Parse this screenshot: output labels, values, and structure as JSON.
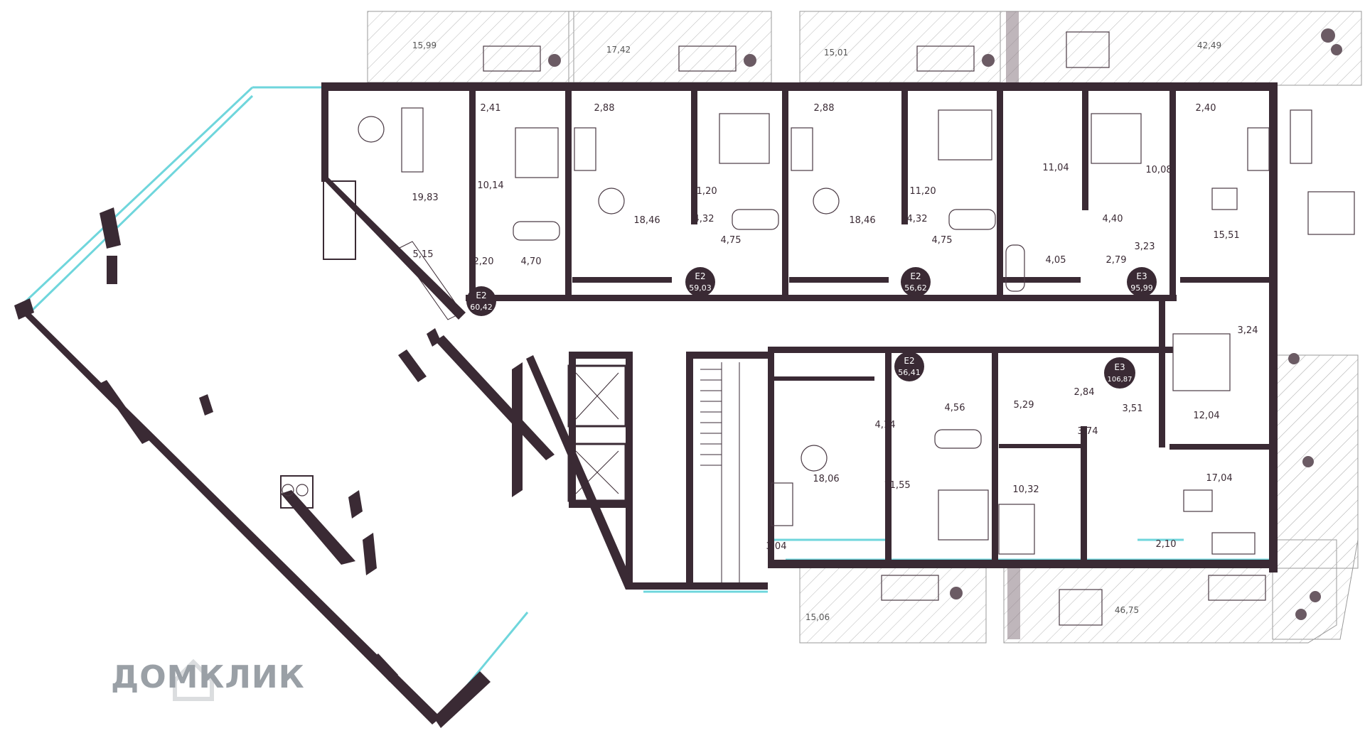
{
  "rooms": [
    "19,83",
    "10,14",
    "5,15",
    "2,20",
    "4,70",
    "18,46",
    "11,20",
    "4,32",
    "4,75",
    "18,46",
    "11,20",
    "4,32",
    "4,75",
    "11,04",
    "4,05",
    "2,79",
    "4,40",
    "10,08",
    "3,23",
    "15,51",
    "3,24",
    "18,06",
    "4,14",
    "4,56",
    "5,29",
    "2,84",
    "3,51",
    "3,74",
    "12,04",
    "11,55",
    "10,32",
    "17,04",
    "2,10",
    "3,04"
  ],
  "balconies": [
    "2,41",
    "2,88",
    "2,88",
    "2,40"
  ],
  "terraces": [
    "15,99",
    "17,42",
    "15,01",
    "42,49",
    "15,06",
    "46,75"
  ],
  "apartments": [
    {
      "type": "E2",
      "area": "60,42"
    },
    {
      "type": "E2",
      "area": "59,03"
    },
    {
      "type": "E2",
      "area": "56,62"
    },
    {
      "type": "E3",
      "area": "95,99"
    },
    {
      "type": "E2",
      "area": "56,41"
    },
    {
      "type": "E3",
      "area": "106,87"
    }
  ],
  "watermark": {
    "brand": "ДОМКЛИК"
  },
  "colors": {
    "wall": "#3a2a34",
    "glass": "#6fd6dc",
    "hatch": "#9a9a9a"
  }
}
